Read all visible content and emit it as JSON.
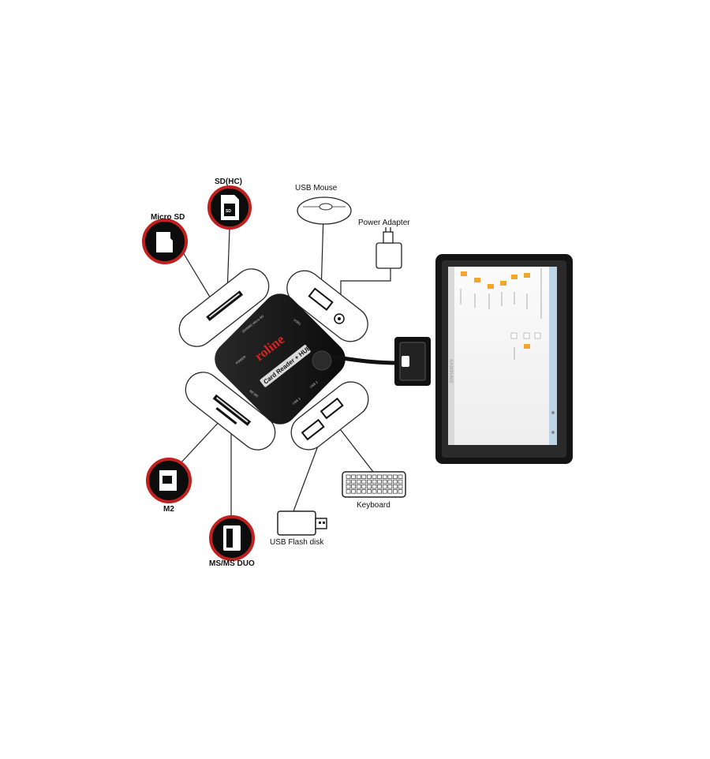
{
  "labels": {
    "sd_hc": "SD(HC)",
    "micro_sd": "Micro SD",
    "usb_mouse": "USB Mouse",
    "power_adapter": "Power Adapter",
    "m2": "M2",
    "ms_duo": "MS/MS DUO",
    "usb_flash": "USB Flash disk",
    "keyboard": "Keyboard"
  },
  "hub": {
    "brand": "roline",
    "product": "Card Reader + HUB"
  },
  "tablet": {
    "brand": "SAMSUNG"
  },
  "colors": {
    "ring": "#c0211f",
    "device": "#141414",
    "folder": "#f2a531",
    "line": "#222222"
  }
}
